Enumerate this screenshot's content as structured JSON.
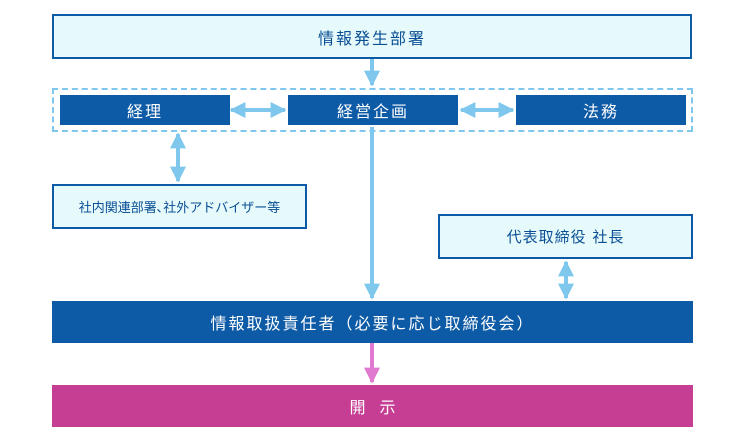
{
  "diagram": {
    "top_box": "情報発生部署",
    "dept_group": {
      "left": "経理",
      "center": "経営企画",
      "right": "法務"
    },
    "external": "社内関連部署､社外アドバイザー等",
    "executive": "代表取締役 社長",
    "responsible": "情報取扱責任者（必要に応じ取締役会）",
    "disclosure": "開示"
  },
  "colors": {
    "dark_blue": "#0d5aa6",
    "light_fill": "#e6fafb",
    "arrow_blue": "#7fc7ec",
    "arrow_pink": "#e07ad0",
    "magenta": "#c63d94"
  }
}
